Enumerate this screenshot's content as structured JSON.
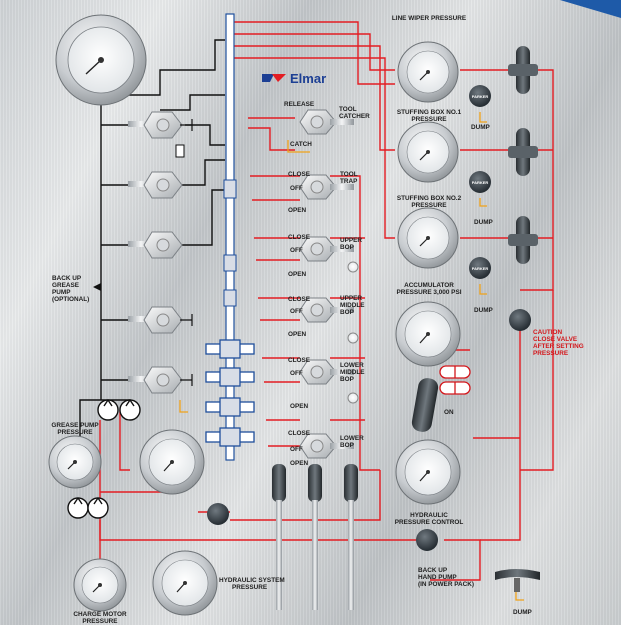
{
  "brand": {
    "name": "Elmar",
    "logo_mark": "NOV"
  },
  "colors": {
    "hydraulic_line": "#e31d23",
    "grease_line": "#111111",
    "bop_blue": "#1f4f9c",
    "dump_tag": "#f0a21a",
    "caution_text": "#d3161b",
    "brand_blue": "#1c3f94"
  },
  "gauges": {
    "line_wiper": "LINE WIPER PRESSURE",
    "stuffing_box_1": [
      "STUFFING BOX NO.1",
      "PRESSURE"
    ],
    "stuffing_box_2": [
      "STUFFING BOX NO.2",
      "PRESSURE"
    ],
    "accumulator": [
      "ACCUMULATOR",
      "PRESSURE 3,000 PSI"
    ],
    "grease_pump": [
      "GREASE PUMP",
      "PRESSURE"
    ],
    "hydraulic_system": [
      "HYDRAULIC SYSTEM",
      "PRESSURE"
    ],
    "charge_motor": [
      "CHARGE MOTOR",
      "PRESSURE"
    ]
  },
  "knob_label": "PARKER",
  "dump": "DUMP",
  "valves": {
    "tool_catcher": {
      "top": "RELEASE",
      "name": [
        "TOOL",
        "CATCHER"
      ],
      "bottom": "CATCH"
    },
    "tool_trap": {
      "top": "CLOSE",
      "middle": "OFF",
      "name": [
        "TOOL",
        "TRAP"
      ],
      "bottom": "OPEN"
    },
    "upper_bop": {
      "top": "CLOSE",
      "middle": "OFF",
      "name": [
        "UPPER",
        "BOP"
      ],
      "bottom": "OPEN"
    },
    "upper_middle_bop": {
      "top": "CLOSE",
      "middle": "OFF",
      "name": [
        "UPPER",
        "MIDDLE",
        "BOP"
      ],
      "bottom": "OPEN"
    },
    "lower_middle_bop": {
      "top": "CLOSE",
      "middle": "OFF",
      "name": [
        "LOWER",
        "MIDDLE",
        "BOP"
      ],
      "bottom": "OPEN"
    },
    "lower_bop": {
      "top": "CLOSE",
      "middle": "OFF",
      "name": [
        "LOWER",
        "BOP"
      ],
      "bottom": "OPEN"
    }
  },
  "backup_grease_pump": [
    "BACK UP",
    "GREASE",
    "PUMP",
    "(OPTIONAL)"
  ],
  "accumulator_valve_state": "ON",
  "caution": [
    "CAUTION",
    "CLOSE VALVE",
    "AFTER SETTING",
    "PRESSURE"
  ],
  "hydraulic_pressure_control": [
    "HYDRAULIC",
    "PRESSURE CONTROL"
  ],
  "backup_hand_pump": [
    "BACK UP",
    "HAND PUMP",
    "(IN POWER PACK)"
  ]
}
